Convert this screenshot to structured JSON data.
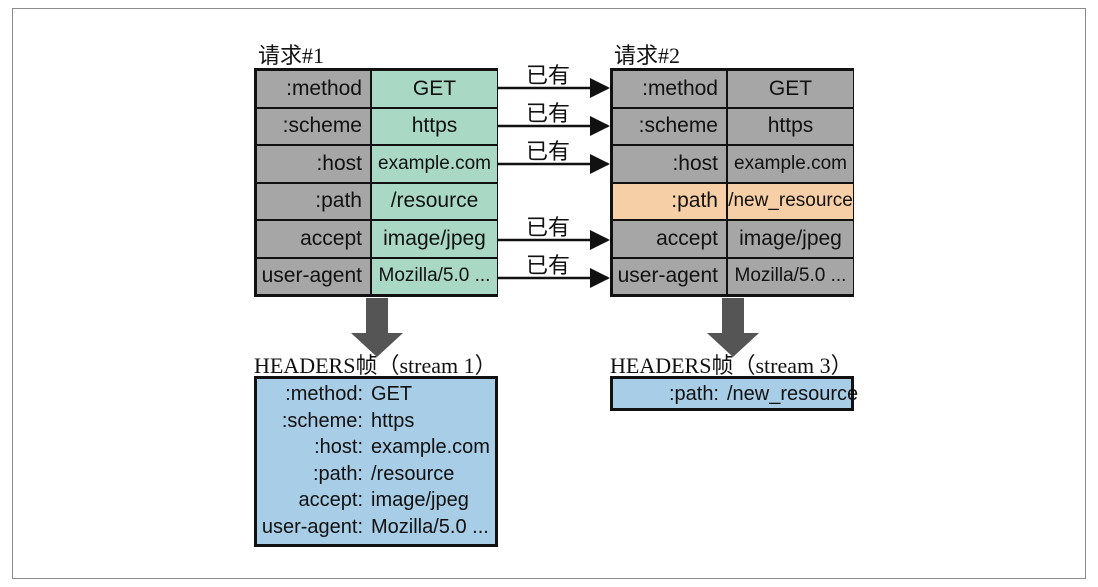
{
  "request1": {
    "title": "请求#1",
    "rows": [
      {
        "key": ":method",
        "value": "GET"
      },
      {
        "key": ":scheme",
        "value": "https"
      },
      {
        "key": ":host",
        "value": "example.com"
      },
      {
        "key": ":path",
        "value": "/resource"
      },
      {
        "key": "accept",
        "value": "image/jpeg"
      },
      {
        "key": "user-agent",
        "value": "Mozilla/5.0 ..."
      }
    ]
  },
  "request2": {
    "title": "请求#2",
    "rows": [
      {
        "key": ":method",
        "value": "GET"
      },
      {
        "key": ":scheme",
        "value": "https"
      },
      {
        "key": ":host",
        "value": "example.com"
      },
      {
        "key": ":path",
        "value": "/new_resource"
      },
      {
        "key": "accept",
        "value": "image/jpeg"
      },
      {
        "key": "user-agent",
        "value": "Mozilla/5.0 ..."
      }
    ]
  },
  "arrow_label": "已有",
  "frame1": {
    "title": "HEADERS帧（stream 1）",
    "rows": [
      {
        "key": ":method:",
        "value": "GET"
      },
      {
        "key": ":scheme:",
        "value": "https"
      },
      {
        "key": ":host:",
        "value": "example.com"
      },
      {
        "key": ":path:",
        "value": "/resource"
      },
      {
        "key": "accept:",
        "value": "image/jpeg"
      },
      {
        "key": "user-agent:",
        "value": "Mozilla/5.0 ..."
      }
    ]
  },
  "frame2": {
    "title": "HEADERS帧（stream 3）",
    "rows": [
      {
        "key": ":path:",
        "value": "/new_resource"
      }
    ]
  },
  "colors": {
    "key_cell": "#a6a6a6",
    "value_cell_request1": "#a9d9c4",
    "changed_cell": "#f6cfa6",
    "frame_box": "#a8cde6",
    "down_arrow": "#555555"
  }
}
